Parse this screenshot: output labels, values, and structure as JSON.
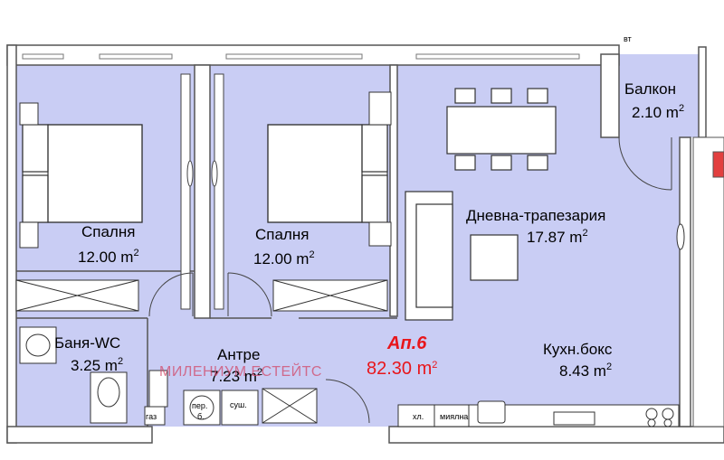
{
  "apartment": {
    "title": "Ап.6",
    "total_area": "82.30 m",
    "total_area_sup": "2"
  },
  "watermark": "МИЛЕНИУМ ЕСТЕЙТС",
  "rooms": [
    {
      "id": "bedroom-1",
      "name": "Спалня",
      "area": "12.00  m",
      "sup": "2"
    },
    {
      "id": "bedroom-2",
      "name": "Спалня",
      "area": "12.00  m",
      "sup": "2"
    },
    {
      "id": "living",
      "name": "Дневна-трапезария",
      "area": "17.87  m",
      "sup": "2"
    },
    {
      "id": "balcony",
      "name": "Балкон",
      "area": "2.10  m",
      "sup": "2"
    },
    {
      "id": "bathroom",
      "name": "Баня-WC",
      "area": "3.25  m",
      "sup": "2"
    },
    {
      "id": "hall",
      "name": "Антре",
      "area": "7.23  m",
      "sup": "2"
    },
    {
      "id": "kitchen",
      "name": "Кухн.бокс",
      "area": "8.43  m",
      "sup": "2"
    }
  ],
  "fixtures": {
    "gas": "газ",
    "washer": "пер.",
    "washer_b": "б.",
    "dryer": "суш.",
    "fridge": "хл.",
    "dishwasher": "миялна",
    "vent": "вт"
  },
  "colors": {
    "floor": "#c9cdf4",
    "wall": "#7d7d7d",
    "accent": "#e8161b"
  }
}
